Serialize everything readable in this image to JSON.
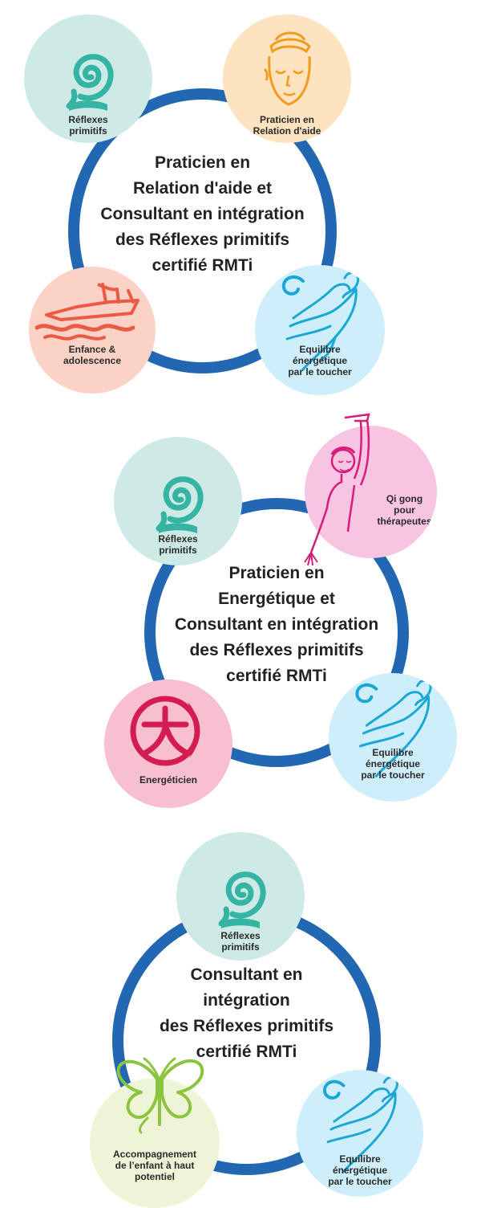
{
  "colors": {
    "ring": "#2167b1",
    "teal_bubble": "#cdeae6",
    "teal_icon": "#35b3a3",
    "peach_bubble": "#fde3bf",
    "orange_icon": "#f29b1f",
    "salmon_bubble": "#fad2c6",
    "red_icon": "#ea5a45",
    "sky_bubble": "#cdeefa",
    "blue_icon": "#1aa7d6",
    "pink_bubble": "#f7c4e2",
    "magenta_icon": "#d81b7c",
    "rose_bubble": "#f8bfd0",
    "crimson_icon": "#d31c4f",
    "green_bubble": "#eef5d6",
    "green_icon": "#8cc43f"
  },
  "diagrams": [
    {
      "center_lines": [
        "Praticien en",
        "Relation d'aide et",
        "Consultant en intégration",
        "des Réflexes primitifs",
        "certifié RMTi"
      ],
      "bubbles": [
        {
          "icon": "spiral-icon",
          "label": [
            "Réflexes",
            "primitifs"
          ]
        },
        {
          "icon": "face-icon",
          "label": [
            "Praticien en",
            "Relation d'aide"
          ]
        },
        {
          "icon": "boat-icon",
          "label": [
            "Enfance &",
            "adolescence"
          ]
        },
        {
          "icon": "hand-icon",
          "label": [
            "Equilibre",
            "énergétique",
            "par le toucher"
          ]
        }
      ]
    },
    {
      "center_lines": [
        "Praticien en",
        "Energétique et",
        "Consultant en intégration",
        "des Réflexes primitifs",
        "certifié RMTi"
      ],
      "bubbles": [
        {
          "icon": "spiral-icon",
          "label": [
            "Réflexes",
            "primitifs"
          ]
        },
        {
          "icon": "qigong-figure-icon",
          "label": [
            "Qi gong",
            "pour",
            "thérapeutes"
          ]
        },
        {
          "icon": "da-symbol-icon",
          "label": [
            "Energéticien"
          ]
        },
        {
          "icon": "hand-icon",
          "label": [
            "Equilibre",
            "énergétique",
            "par le toucher"
          ]
        }
      ]
    },
    {
      "center_lines": [
        "Consultant en",
        "intégration",
        "des Réflexes primitifs",
        "certifié RMTi"
      ],
      "bubbles": [
        {
          "icon": "spiral-icon",
          "label": [
            "Réflexes",
            "primitifs"
          ]
        },
        {
          "icon": "butterfly-icon",
          "label": [
            "Accompagnement",
            "de l’enfant à haut",
            "potentiel"
          ]
        },
        {
          "icon": "hand-icon",
          "label": [
            "Equilibre",
            "énergétique",
            "par le toucher"
          ]
        }
      ]
    }
  ]
}
